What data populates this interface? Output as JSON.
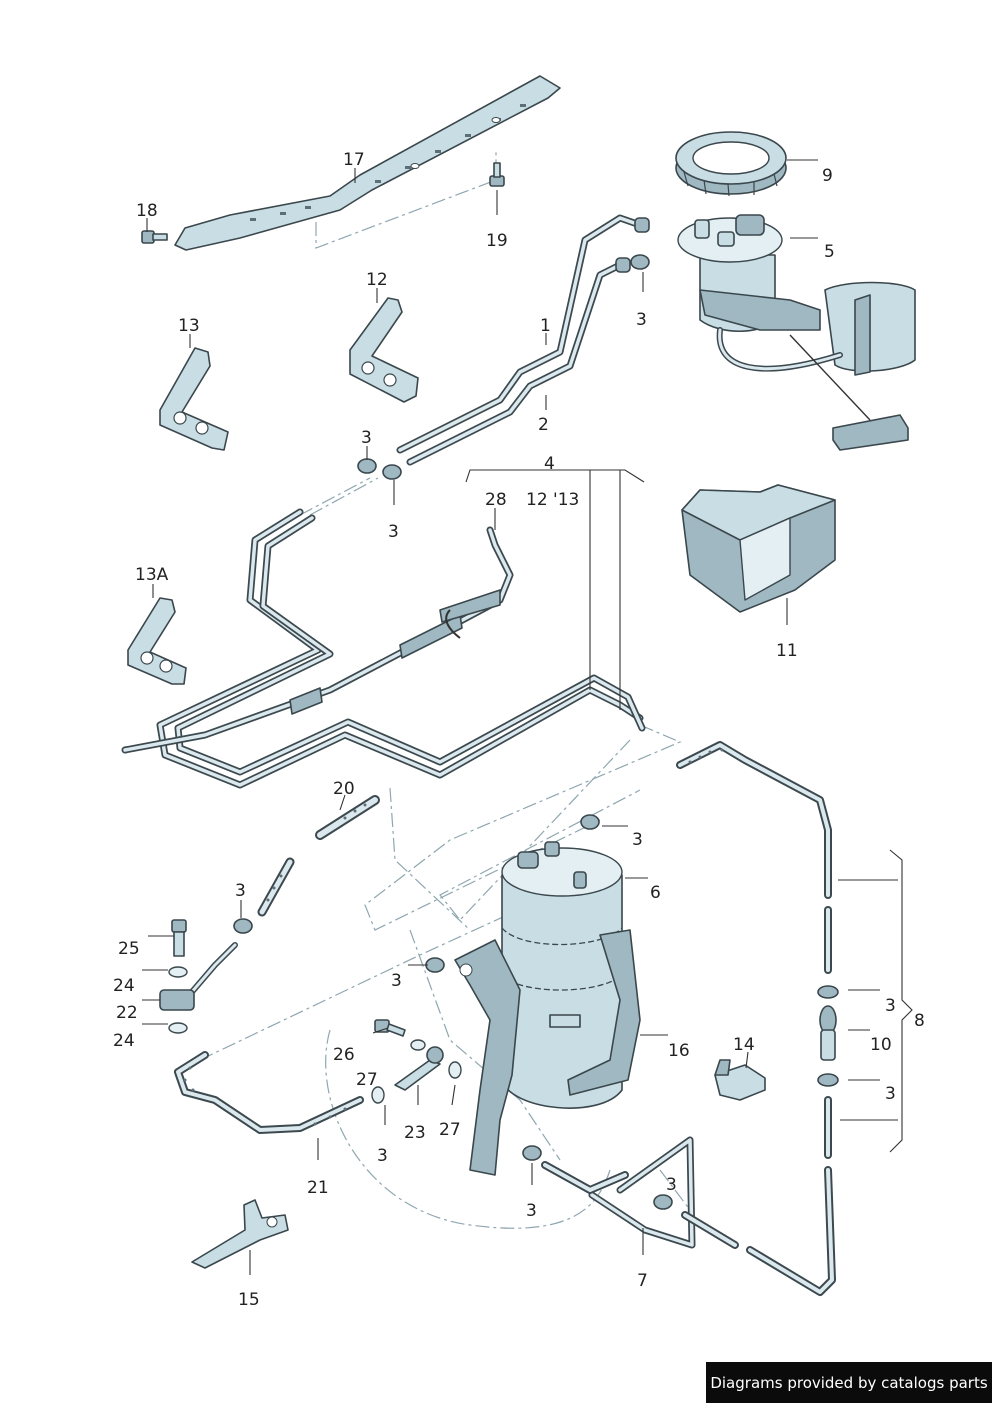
{
  "callouts": [
    {
      "id": "p17",
      "text": "17"
    },
    {
      "id": "p18",
      "text": "18"
    },
    {
      "id": "p19",
      "text": "19"
    },
    {
      "id": "p9",
      "text": "9"
    },
    {
      "id": "p5",
      "text": "5"
    },
    {
      "id": "p12",
      "text": "12"
    },
    {
      "id": "p13",
      "text": "13"
    },
    {
      "id": "p1",
      "text": "1"
    },
    {
      "id": "p3a",
      "text": "3"
    },
    {
      "id": "p2",
      "text": "2"
    },
    {
      "id": "p3b",
      "text": "3"
    },
    {
      "id": "p3c",
      "text": "3"
    },
    {
      "id": "p4",
      "text": "4"
    },
    {
      "id": "p28",
      "text": "28"
    },
    {
      "id": "p1213",
      "text": "12 '13"
    },
    {
      "id": "p13A",
      "text": "13A"
    },
    {
      "id": "p11",
      "text": "11"
    },
    {
      "id": "p20",
      "text": "20"
    },
    {
      "id": "p3d",
      "text": "3"
    },
    {
      "id": "p6",
      "text": "6"
    },
    {
      "id": "p3e",
      "text": "3"
    },
    {
      "id": "p25",
      "text": "25"
    },
    {
      "id": "p24a",
      "text": "24"
    },
    {
      "id": "p22",
      "text": "22"
    },
    {
      "id": "p24b",
      "text": "24"
    },
    {
      "id": "p3f",
      "text": "3"
    },
    {
      "id": "p3g",
      "text": "3"
    },
    {
      "id": "p8",
      "text": "8"
    },
    {
      "id": "p10",
      "text": "10"
    },
    {
      "id": "p3h",
      "text": "3"
    },
    {
      "id": "p26",
      "text": "26"
    },
    {
      "id": "p16",
      "text": "16"
    },
    {
      "id": "p14",
      "text": "14"
    },
    {
      "id": "p27a",
      "text": "27"
    },
    {
      "id": "p23",
      "text": "23"
    },
    {
      "id": "p27b",
      "text": "27"
    },
    {
      "id": "p3i",
      "text": "3"
    },
    {
      "id": "p21",
      "text": "21"
    },
    {
      "id": "p3j",
      "text": "3"
    },
    {
      "id": "p3k",
      "text": "3"
    },
    {
      "id": "p7",
      "text": "7"
    },
    {
      "id": "p15",
      "text": "15"
    }
  ],
  "watermark": "Diagrams provided by catalogs parts",
  "colors": {
    "part_fill": "#c9dde4",
    "part_outline": "#3a474c",
    "label": "#222222",
    "watermark_bg": "#0b0b0b"
  }
}
